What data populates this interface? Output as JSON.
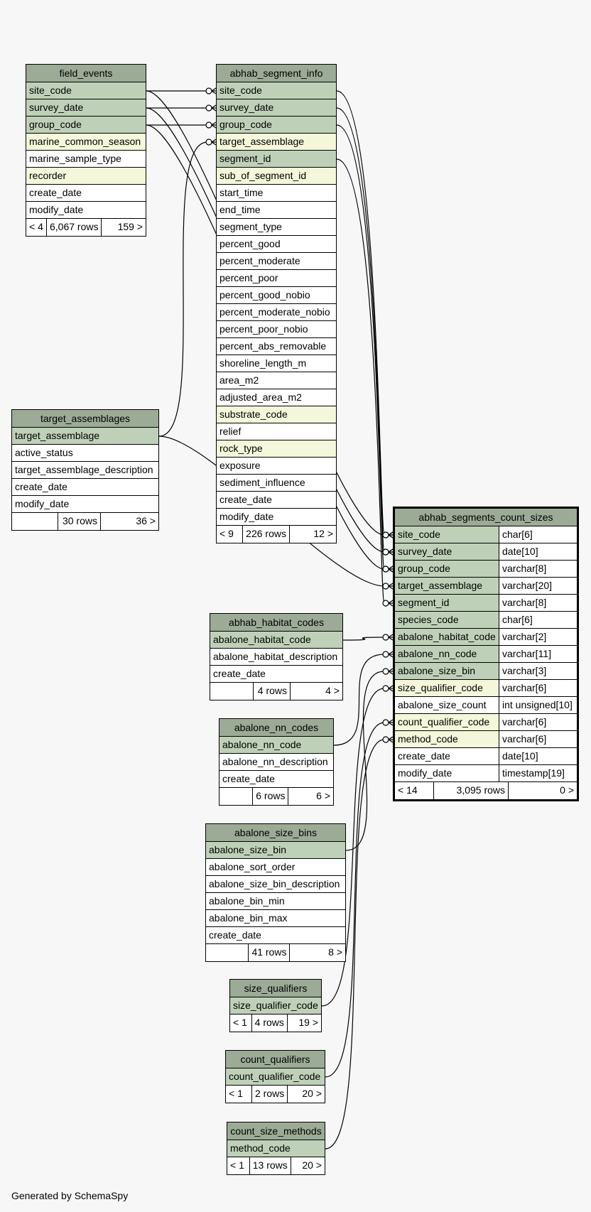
{
  "tables": [
    {
      "key": "field_events",
      "title": "field_events",
      "columns": [
        {
          "name": "site_code",
          "kind": "pk"
        },
        {
          "name": "survey_date",
          "kind": "pk"
        },
        {
          "name": "group_code",
          "kind": "pk"
        },
        {
          "name": "marine_common_season",
          "kind": "fk"
        },
        {
          "name": "marine_sample_type",
          "kind": "plain"
        },
        {
          "name": "recorder",
          "kind": "fk"
        },
        {
          "name": "create_date",
          "kind": "plain"
        },
        {
          "name": "modify_date",
          "kind": "plain"
        }
      ],
      "footer": [
        "< 4",
        "6,067 rows",
        "159 >"
      ]
    },
    {
      "key": "abhab_segment_info",
      "title": "abhab_segment_info",
      "columns": [
        {
          "name": "site_code",
          "kind": "pk"
        },
        {
          "name": "survey_date",
          "kind": "pk"
        },
        {
          "name": "group_code",
          "kind": "pk"
        },
        {
          "name": "target_assemblage",
          "kind": "fk"
        },
        {
          "name": "segment_id",
          "kind": "pk"
        },
        {
          "name": "sub_of_segment_id",
          "kind": "fk"
        },
        {
          "name": "start_time",
          "kind": "plain"
        },
        {
          "name": "end_time",
          "kind": "plain"
        },
        {
          "name": "segment_type",
          "kind": "plain"
        },
        {
          "name": "percent_good",
          "kind": "plain"
        },
        {
          "name": "percent_moderate",
          "kind": "plain"
        },
        {
          "name": "percent_poor",
          "kind": "plain"
        },
        {
          "name": "percent_good_nobio",
          "kind": "plain"
        },
        {
          "name": "percent_moderate_nobio",
          "kind": "plain"
        },
        {
          "name": "percent_poor_nobio",
          "kind": "plain"
        },
        {
          "name": "percent_abs_removable",
          "kind": "plain"
        },
        {
          "name": "shoreline_length_m",
          "kind": "plain"
        },
        {
          "name": "area_m2",
          "kind": "plain"
        },
        {
          "name": "adjusted_area_m2",
          "kind": "plain"
        },
        {
          "name": "substrate_code",
          "kind": "fk"
        },
        {
          "name": "relief",
          "kind": "plain"
        },
        {
          "name": "rock_type",
          "kind": "fk"
        },
        {
          "name": "exposure",
          "kind": "plain"
        },
        {
          "name": "sediment_influence",
          "kind": "plain"
        },
        {
          "name": "create_date",
          "kind": "plain"
        },
        {
          "name": "modify_date",
          "kind": "plain"
        }
      ],
      "footer": [
        "< 9",
        "226 rows",
        "12 >"
      ]
    },
    {
      "key": "target_assemblages",
      "title": "target_assemblages",
      "columns": [
        {
          "name": "target_assemblage",
          "kind": "pk"
        },
        {
          "name": "active_status",
          "kind": "plain"
        },
        {
          "name": "target_assemblage_description",
          "kind": "plain"
        },
        {
          "name": "create_date",
          "kind": "plain"
        },
        {
          "name": "modify_date",
          "kind": "plain"
        }
      ],
      "footer": [
        "",
        "30 rows",
        "36 >"
      ]
    },
    {
      "key": "abhab_segments_count_sizes",
      "title": "abhab_segments_count_sizes",
      "focus": true,
      "columns": [
        {
          "name": "site_code",
          "kind": "pk",
          "type": "char[6]"
        },
        {
          "name": "survey_date",
          "kind": "pk",
          "type": "date[10]"
        },
        {
          "name": "group_code",
          "kind": "pk",
          "type": "varchar[8]"
        },
        {
          "name": "target_assemblage",
          "kind": "pk",
          "type": "varchar[20]"
        },
        {
          "name": "segment_id",
          "kind": "pk",
          "type": "varchar[8]"
        },
        {
          "name": "species_code",
          "kind": "pk",
          "type": "char[6]"
        },
        {
          "name": "abalone_habitat_code",
          "kind": "pk",
          "type": "varchar[2]"
        },
        {
          "name": "abalone_nn_code",
          "kind": "pk",
          "type": "varchar[11]"
        },
        {
          "name": "abalone_size_bin",
          "kind": "pk",
          "type": "varchar[3]"
        },
        {
          "name": "size_qualifier_code",
          "kind": "fk",
          "type": "varchar[6]"
        },
        {
          "name": "abalone_size_count",
          "kind": "plain",
          "type": "int unsigned[10]"
        },
        {
          "name": "count_qualifier_code",
          "kind": "fk",
          "type": "varchar[6]"
        },
        {
          "name": "method_code",
          "kind": "fk",
          "type": "varchar[6]"
        },
        {
          "name": "create_date",
          "kind": "plain",
          "type": "date[10]"
        },
        {
          "name": "modify_date",
          "kind": "plain",
          "type": "timestamp[19]"
        }
      ],
      "footer": [
        "< 14",
        "3,095 rows",
        "0 >"
      ]
    },
    {
      "key": "abhab_habitat_codes",
      "title": "abhab_habitat_codes",
      "columns": [
        {
          "name": "abalone_habitat_code",
          "kind": "pk"
        },
        {
          "name": "abalone_habitat_description",
          "kind": "plain"
        },
        {
          "name": "create_date",
          "kind": "plain"
        }
      ],
      "footer": [
        "",
        "4 rows",
        "4 >"
      ]
    },
    {
      "key": "abalone_nn_codes",
      "title": "abalone_nn_codes",
      "columns": [
        {
          "name": "abalone_nn_code",
          "kind": "pk"
        },
        {
          "name": "abalone_nn_description",
          "kind": "plain"
        },
        {
          "name": "create_date",
          "kind": "plain"
        }
      ],
      "footer": [
        "",
        "6 rows",
        "6 >"
      ]
    },
    {
      "key": "abalone_size_bins",
      "title": "abalone_size_bins",
      "columns": [
        {
          "name": "abalone_size_bin",
          "kind": "pk"
        },
        {
          "name": "abalone_sort_order",
          "kind": "plain"
        },
        {
          "name": "abalone_size_bin_description",
          "kind": "plain"
        },
        {
          "name": "abalone_bin_min",
          "kind": "plain"
        },
        {
          "name": "abalone_bin_max",
          "kind": "plain"
        },
        {
          "name": "create_date",
          "kind": "plain"
        }
      ],
      "footer": [
        "",
        "41 rows",
        "8 >"
      ]
    },
    {
      "key": "size_qualifiers",
      "title": "size_qualifiers",
      "columns": [
        {
          "name": "size_qualifier_code",
          "kind": "pk"
        }
      ],
      "footer": [
        "< 1",
        "4 rows",
        "19 >"
      ]
    },
    {
      "key": "count_qualifiers",
      "title": "count_qualifiers",
      "columns": [
        {
          "name": "count_qualifier_code",
          "kind": "pk"
        }
      ],
      "footer": [
        "< 1",
        "2 rows",
        "20 >"
      ]
    },
    {
      "key": "count_size_methods",
      "title": "count_size_methods",
      "columns": [
        {
          "name": "method_code",
          "kind": "pk"
        }
      ],
      "footer": [
        "< 1",
        "13 rows",
        "20 >"
      ]
    }
  ],
  "relationships": [
    {
      "from": "field_events.site_code",
      "to": "abhab_segment_info.site_code"
    },
    {
      "from": "field_events.survey_date",
      "to": "abhab_segment_info.survey_date"
    },
    {
      "from": "field_events.group_code",
      "to": "abhab_segment_info.group_code"
    },
    {
      "from": "target_assemblages.target_assemblage",
      "to": "abhab_segment_info.target_assemblage"
    },
    {
      "from": "field_events.site_code",
      "to": "abhab_segments_count_sizes.site_code"
    },
    {
      "from": "field_events.survey_date",
      "to": "abhab_segments_count_sizes.survey_date"
    },
    {
      "from": "field_events.group_code",
      "to": "abhab_segments_count_sizes.group_code"
    },
    {
      "from": "abhab_segment_info.site_code",
      "to": "abhab_segments_count_sizes.site_code"
    },
    {
      "from": "abhab_segment_info.survey_date",
      "to": "abhab_segments_count_sizes.survey_date"
    },
    {
      "from": "abhab_segment_info.group_code",
      "to": "abhab_segments_count_sizes.group_code"
    },
    {
      "from": "abhab_segment_info.segment_id",
      "to": "abhab_segments_count_sizes.segment_id"
    },
    {
      "from": "target_assemblages.target_assemblage",
      "to": "abhab_segments_count_sizes.target_assemblage"
    },
    {
      "from": "abhab_habitat_codes.abalone_habitat_code",
      "to": "abhab_segments_count_sizes.abalone_habitat_code"
    },
    {
      "from": "abalone_nn_codes.abalone_nn_code",
      "to": "abhab_segments_count_sizes.abalone_nn_code"
    },
    {
      "from": "abalone_size_bins.abalone_size_bin",
      "to": "abhab_segments_count_sizes.abalone_size_bin"
    },
    {
      "from": "size_qualifiers.size_qualifier_code",
      "to": "abhab_segments_count_sizes.size_qualifier_code"
    },
    {
      "from": "count_qualifiers.count_qualifier_code",
      "to": "abhab_segments_count_sizes.count_qualifier_code"
    },
    {
      "from": "count_size_methods.method_code",
      "to": "abhab_segments_count_sizes.method_code"
    }
  ],
  "colors": {
    "header": "#9bab96",
    "primary_key": "#bed1b8",
    "foreign_key": "#f4f7da",
    "background": "#f7f7f7"
  },
  "footer_text": "Generated by SchemaSpy"
}
